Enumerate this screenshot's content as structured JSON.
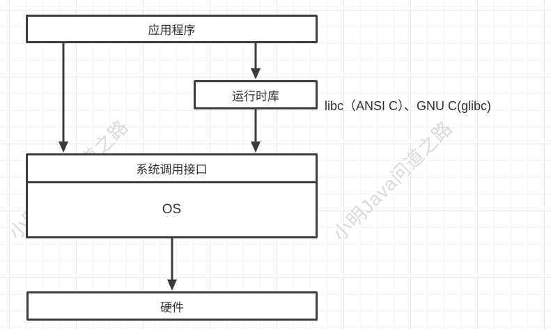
{
  "diagram": {
    "title": "linux-libc-architecture-flowchart",
    "nodes": {
      "app": {
        "label": "应用程序"
      },
      "runtime": {
        "label": "运行时库"
      },
      "syscall": {
        "label": "系统调用接口"
      },
      "os": {
        "label": "OS"
      },
      "hardware": {
        "label": "硬件"
      }
    },
    "edges": [
      {
        "from": "app",
        "to": "syscall"
      },
      {
        "from": "app",
        "to": "runtime"
      },
      {
        "from": "runtime",
        "to": "syscall"
      },
      {
        "from": "os",
        "to": "hardware"
      }
    ],
    "annotation": {
      "text": "libc（ANSI C）、GNU C(glibc)"
    },
    "watermark": {
      "text": "小明Java问道之路"
    },
    "colors": {
      "node_border": "#3d3d3d",
      "node_fill": "#ffffff",
      "text": "#333333",
      "arrow": "#3b3b3b",
      "watermark": "#d9d9d9",
      "grid_minor": "#f4f4f4",
      "grid_major": "#e8e8e8"
    }
  }
}
